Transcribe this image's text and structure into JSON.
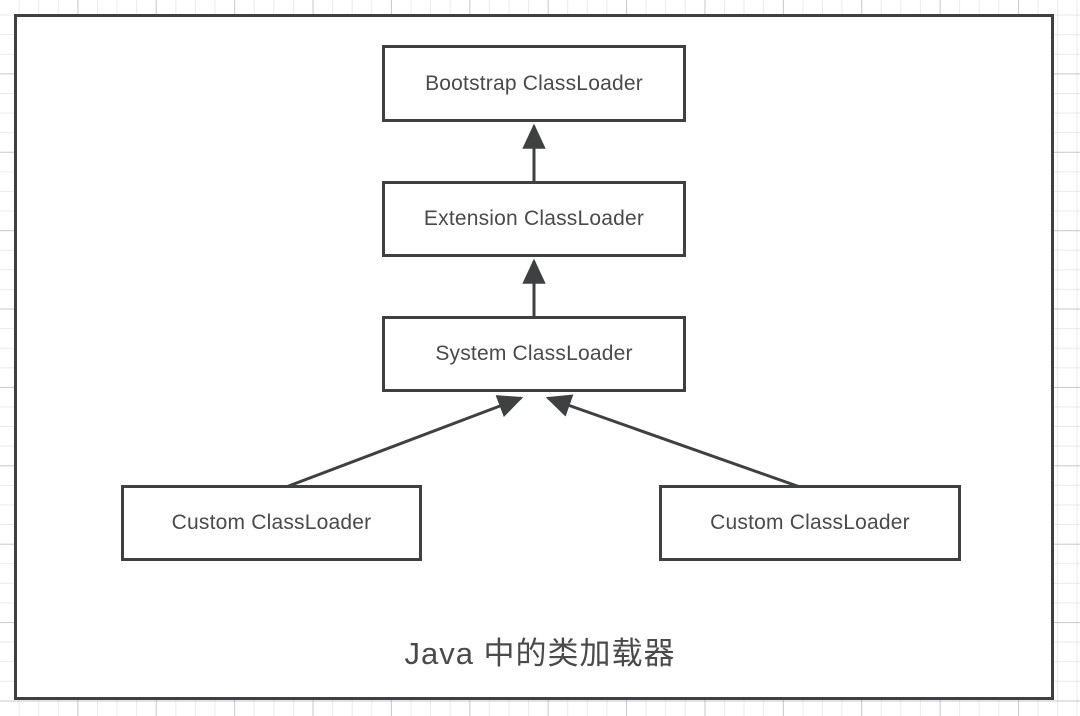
{
  "diagram": {
    "title": "Java 中的类加载器",
    "type": "hierarchy-flowchart",
    "theme": {
      "stroke": "#3f4042",
      "text": "#4a4a4a",
      "node_fill": "#ffffff",
      "canvas_fill": "#ffffff",
      "grid_minor": "#96969b",
      "grid_major": "#787880"
    },
    "nodes": [
      {
        "id": "bootstrap",
        "label": "Bootstrap ClassLoader"
      },
      {
        "id": "extension",
        "label": "Extension ClassLoader"
      },
      {
        "id": "system",
        "label": "System ClassLoader"
      },
      {
        "id": "custom_left",
        "label": "Custom ClassLoader"
      },
      {
        "id": "custom_right",
        "label": "Custom ClassLoader"
      }
    ],
    "edges": [
      {
        "from": "extension",
        "to": "bootstrap",
        "style": "solid",
        "arrow": "filled-triangle"
      },
      {
        "from": "system",
        "to": "extension",
        "style": "solid",
        "arrow": "filled-triangle"
      },
      {
        "from": "custom_left",
        "to": "system",
        "style": "solid",
        "arrow": "filled-triangle"
      },
      {
        "from": "custom_right",
        "to": "system",
        "style": "solid",
        "arrow": "filled-triangle"
      }
    ]
  }
}
